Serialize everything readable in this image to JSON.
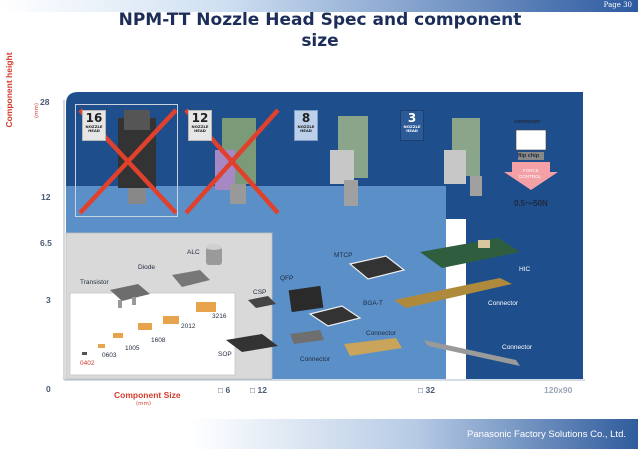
{
  "page_number": "Page 30",
  "title_line1": "NPM-TT Nozzle Head Spec and  component",
  "title_line2": "size",
  "company": "Panasonic Factory Solutions Co., Ltd.",
  "y_axis": {
    "title": "Component height",
    "unit": "(mm)",
    "ticks": [
      "28",
      "12",
      "6.5",
      "3",
      "0"
    ]
  },
  "x_axis": {
    "title": "Component Size",
    "unit": "(mm)",
    "ticks": [
      "□ 6",
      "□ 12",
      "□ 32",
      "120x90"
    ]
  },
  "heads": [
    {
      "number": "16",
      "line1": "NOZZLE",
      "line2": "HEAD",
      "crossed": true
    },
    {
      "number": "12",
      "line1": "NOZZLE",
      "line2": "HEAD",
      "crossed": true
    },
    {
      "number": "8",
      "line1": "NOZZLE",
      "line2": "HEAD",
      "crossed": false
    },
    {
      "number": "3",
      "line1": "NOZZLE",
      "line2": "HEAD",
      "crossed": false
    }
  ],
  "force_box": {
    "connector": "connector",
    "flip_chip": "flip chip",
    "force_control_1": "FORCE",
    "force_control_2": "CONTROL",
    "force_range": "0.5～50N"
  },
  "components": {
    "alc": "ALC",
    "diode": "Diode",
    "transistor": "Transistor",
    "csp": "CSP",
    "qfp": "QFP",
    "mtcp": "MTCP",
    "bga_t": "BGA-T",
    "sop": "SOP",
    "connector_mid": "Connector",
    "connector_bottom": "Connector",
    "hic": "HIC",
    "connector_right_top": "Connector",
    "connector_right_bottom": "Connector",
    "chip_3216": "3216",
    "chip_2012": "2012",
    "chip_1608": "1608",
    "chip_1005": "1005",
    "chip_0603": "0603",
    "chip_0402": "0402"
  },
  "colors": {
    "dark_blue": "#1f4e8c",
    "mid_blue": "#4f86c2",
    "light_gray": "#d9dadb",
    "cross_red": "#e0412d"
  }
}
